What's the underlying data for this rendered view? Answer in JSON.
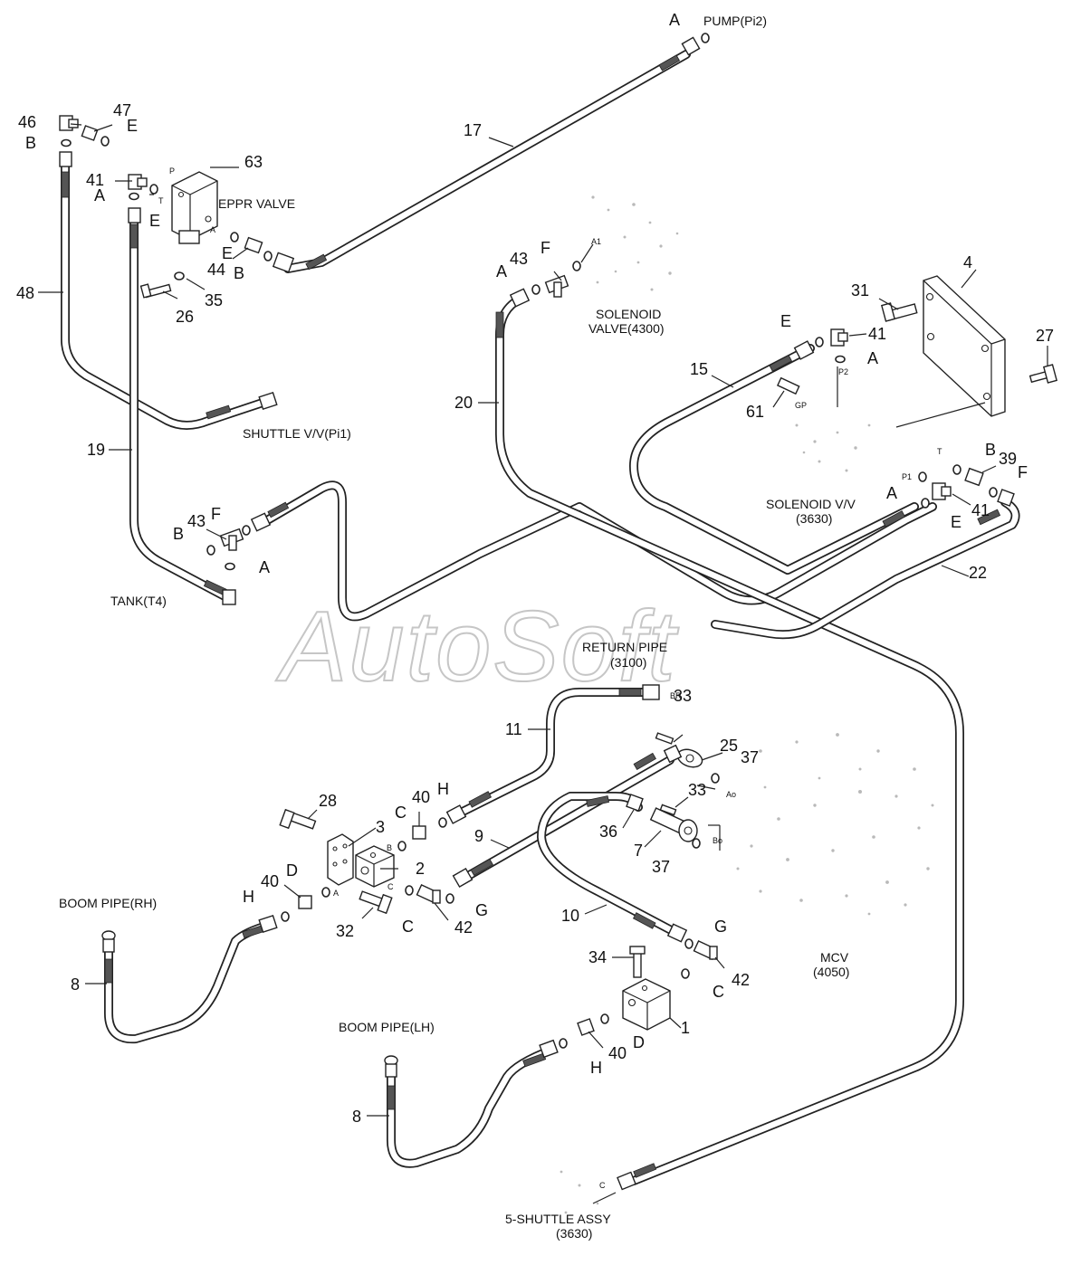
{
  "watermark": "AutoSoft",
  "labels": {
    "pump": "PUMP(Pi2)",
    "eppr": "EPPR VALVE",
    "solenoid4300_l1": "SOLENOID",
    "solenoid4300_l2": "VALVE(4300)",
    "shuttle_pi1": "SHUTTLE V/V(Pi1)",
    "solenoid3630_l1": "SOLENOID V/V",
    "solenoid3630_l2": "(3630)",
    "tank": "TANK(T4)",
    "return_l1": "RETURN PIPE",
    "return_l2": "(3100)",
    "boom_rh": "BOOM PIPE(RH)",
    "boom_lh": "BOOM PIPE(LH)",
    "mcv_l1": "MCV",
    "mcv_l2": "(4050)",
    "shuttle5_l1": "5-SHUTTLE ASSY",
    "shuttle5_l2": "(3630)"
  },
  "parts": {
    "p1": "1",
    "p2": "2",
    "p3": "3",
    "p4": "4",
    "p7": "7",
    "p8": "8",
    "p9": "9",
    "p10": "10",
    "p11": "11",
    "p15": "15",
    "p17": "17",
    "p19": "19",
    "p20": "20",
    "p22": "22",
    "p25": "25",
    "p26": "26",
    "p27": "27",
    "p28": "28",
    "p31": "31",
    "p32": "32",
    "p33": "33",
    "p34": "34",
    "p35": "35",
    "p36": "36",
    "p37": "37",
    "p39": "39",
    "p40": "40",
    "p41": "41",
    "p42": "42",
    "p43": "43",
    "p44": "44",
    "p46": "46",
    "p47": "47",
    "p48": "48",
    "p61": "61",
    "p63": "63"
  },
  "letters": {
    "a": "A",
    "b": "B",
    "c": "C",
    "d": "D",
    "e": "E",
    "f": "F",
    "g": "G",
    "h": "H"
  },
  "ports": {
    "p": "P",
    "t": "T",
    "a": "A",
    "a1": "A1",
    "p1": "P1",
    "p2": "P2",
    "gp": "GP",
    "br": "BR",
    "ao": "Ao",
    "bo": "Bo",
    "b": "B",
    "c": "C"
  }
}
